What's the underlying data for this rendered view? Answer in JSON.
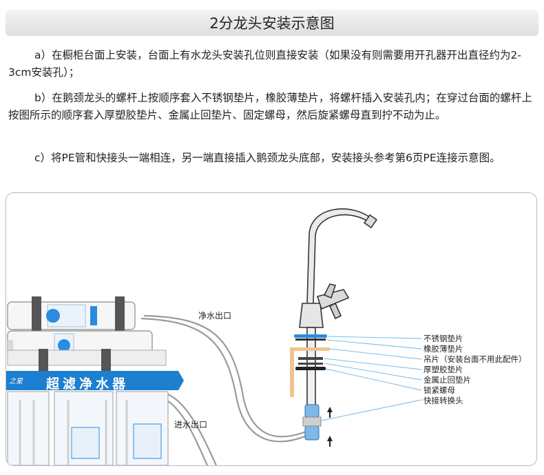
{
  "title": "2分龙头安装示意图",
  "paragraphs": {
    "a": "a）在橱柜台面上安装，台面上有水龙头安装孔位则直接安装（如果没有则需要用开孔器开出直径约为2-3cm安装孔）；",
    "b": "b）在鹅颈龙头的螺杆上按顺序套入不锈钢垫片，橡胶薄垫片，将螺杆插入安装孔内；在穿过台面的螺杆上按图所示的顺序套入厚塑胶垫片、金属止回垫片、固定螺母，然后旋紧螺母直到拧不动为止。",
    "c": "c）将PE管和快接头一端相连，另一端直接插入鹅颈龙头底部，安装接头参考第6页PE连接示意图。"
  },
  "diagram": {
    "outlet_label": "净水出口",
    "inlet_label": "进水出口",
    "brand_banner": "超滤净水器",
    "brand_logo": "之星",
    "callouts": [
      "不锈钢垫片",
      "橡胶薄垫片",
      "吊片（安装台面不用此配件）",
      "厚塑胶垫片",
      "金属止回垫片",
      "锁紧螺母",
      "快接转换头"
    ],
    "colors": {
      "banner_blue": "#1d7fd0",
      "pipe_gray": "#9a9a9a",
      "washer_blue": "#2b8be0",
      "bracket_orange": "#f1c38f",
      "callout_line": "#6fb7e8"
    }
  }
}
